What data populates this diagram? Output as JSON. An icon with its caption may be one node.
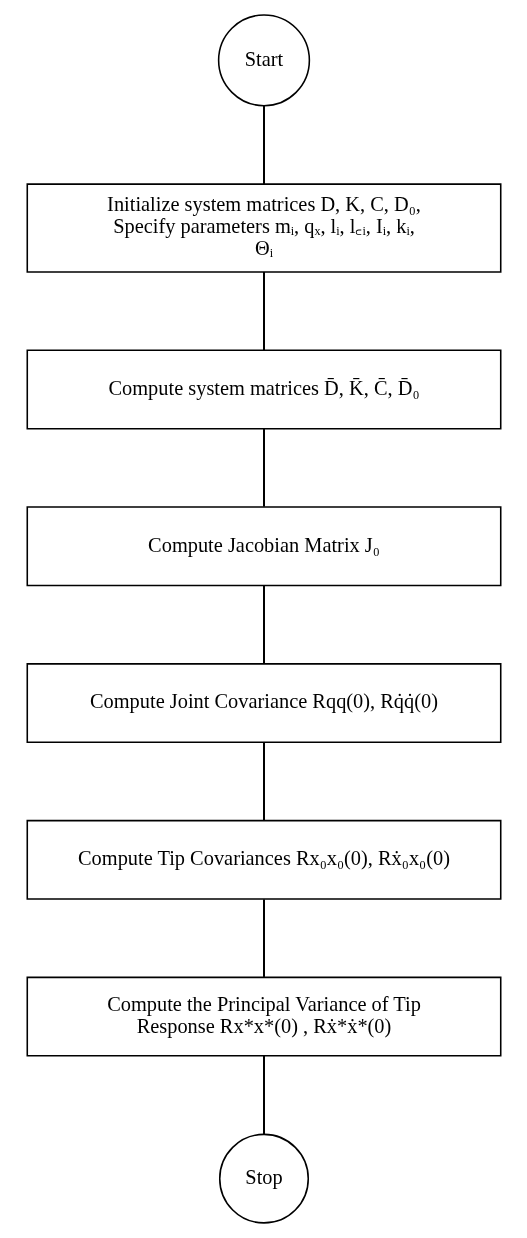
{
  "diagram": {
    "nodes": [
      {
        "text": [
          "Start"
        ]
      },
      {
        "text": [
          "Initialize system matrices D, K, C, D₀, Specify parameters mᵢ, qₓ, lᵢ, l꜀ᵢ, Iᵢ, kᵢ, Θᵢ"
        ]
      },
      {
        "text": [
          "Compute system matrices D̄, K̄, C̄, D̄₀"
        ]
      },
      {
        "text": [
          "Compute Jacobian Matrix J₀"
        ]
      },
      {
        "text": [
          "Compute Joint Covariance Rqq(0), Rq̇q̇(0)"
        ]
      },
      {
        "text": [
          "Compute Tip Covariances Rx₀x₀(0), Rẋ₀x₀(0)"
        ]
      },
      {
        "text": [
          "Compute the Principal Variance of Tip Response Rx*x*(0) , Rẋ*ẋ*(0)"
        ]
      },
      {
        "text": [
          "Stop"
        ]
      }
    ],
    "edges": [
      {
        "from": 0,
        "to": 1,
        "arrow": "none"
      },
      {
        "from": 1,
        "to": 2,
        "arrow": "none"
      },
      {
        "from": 2,
        "to": 3,
        "arrow": "none"
      },
      {
        "from": 3,
        "to": 4,
        "arrow": "none"
      },
      {
        "from": 4,
        "to": 5,
        "arrow": "none"
      },
      {
        "from": 5,
        "to": 6,
        "arrow": "none"
      },
      {
        "from": 6,
        "to": 7,
        "arrow": "none"
      }
    ]
  }
}
